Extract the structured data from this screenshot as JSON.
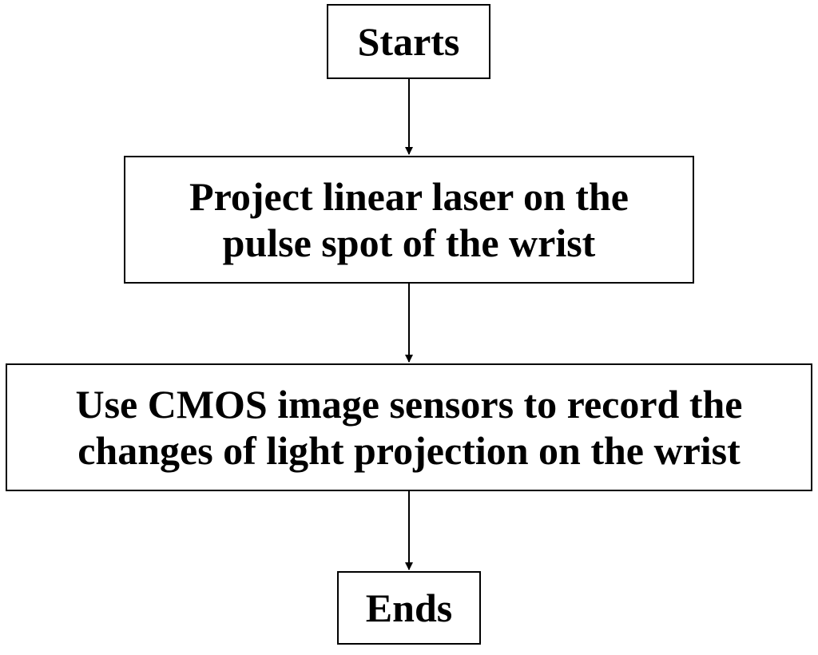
{
  "flowchart": {
    "start": {
      "label": "Starts"
    },
    "step1": {
      "lines": [
        "Project linear laser on the",
        "pulse spot of the wrist"
      ]
    },
    "step2": {
      "lines": [
        "Use CMOS image sensors to record the",
        "changes of light projection on the wrist"
      ]
    },
    "end": {
      "label": "Ends"
    }
  },
  "colors": {
    "stroke": "#000000",
    "background": "#ffffff"
  }
}
